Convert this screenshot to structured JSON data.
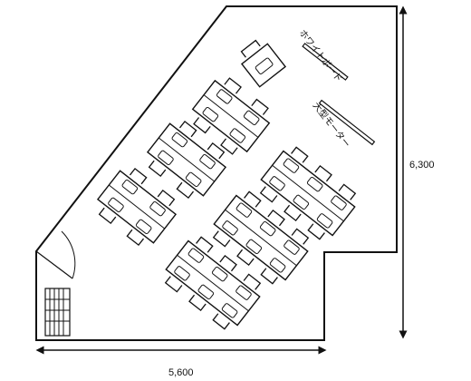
{
  "dimensions": {
    "width_label": "5,600",
    "height_label": "6,300"
  },
  "labels": {
    "whiteboard": "ホワイトボード",
    "monitor": "大型モーター"
  },
  "icons": {
    "door": "door-swing-icon",
    "stairs": "stairs-icon",
    "chair": "chair-icon"
  },
  "colors": {
    "line": "#111111",
    "background": "#ffffff"
  }
}
